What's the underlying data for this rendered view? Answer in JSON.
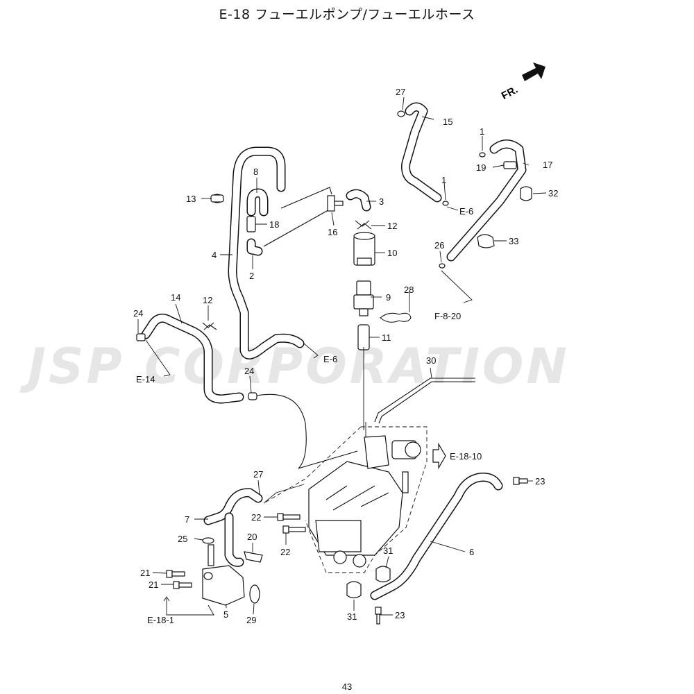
{
  "header": {
    "title": "E-18 フューエルポンプ/フューエルホース"
  },
  "footer": {
    "page_number": "43"
  },
  "watermark": {
    "text": "JSP CORPORATION",
    "color": "#e6e6e6"
  },
  "orientation": {
    "label": "FR."
  },
  "callouts": [
    {
      "id": "c1a",
      "text": "1"
    },
    {
      "id": "c1b",
      "text": "1"
    },
    {
      "id": "c2",
      "text": "2"
    },
    {
      "id": "c3",
      "text": "3"
    },
    {
      "id": "c4",
      "text": "4"
    },
    {
      "id": "c5",
      "text": "5"
    },
    {
      "id": "c6",
      "text": "6"
    },
    {
      "id": "c7",
      "text": "7"
    },
    {
      "id": "c8",
      "text": "8"
    },
    {
      "id": "c9",
      "text": "9"
    },
    {
      "id": "c10",
      "text": "10"
    },
    {
      "id": "c11",
      "text": "11"
    },
    {
      "id": "c12a",
      "text": "12"
    },
    {
      "id": "c12b",
      "text": "12"
    },
    {
      "id": "c13",
      "text": "13"
    },
    {
      "id": "c14",
      "text": "14"
    },
    {
      "id": "c15",
      "text": "15"
    },
    {
      "id": "c16",
      "text": "16"
    },
    {
      "id": "c17",
      "text": "17"
    },
    {
      "id": "c18",
      "text": "18"
    },
    {
      "id": "c19",
      "text": "19"
    },
    {
      "id": "c20",
      "text": "20"
    },
    {
      "id": "c21a",
      "text": "21"
    },
    {
      "id": "c21b",
      "text": "21"
    },
    {
      "id": "c22a",
      "text": "22"
    },
    {
      "id": "c22b",
      "text": "22"
    },
    {
      "id": "c23a",
      "text": "23"
    },
    {
      "id": "c23b",
      "text": "23"
    },
    {
      "id": "c24a",
      "text": "24"
    },
    {
      "id": "c24b",
      "text": "24"
    },
    {
      "id": "c25",
      "text": "25"
    },
    {
      "id": "c26",
      "text": "26"
    },
    {
      "id": "c27a",
      "text": "27"
    },
    {
      "id": "c27b",
      "text": "27"
    },
    {
      "id": "c28",
      "text": "28"
    },
    {
      "id": "c29",
      "text": "29"
    },
    {
      "id": "c30",
      "text": "30"
    },
    {
      "id": "c31a",
      "text": "31"
    },
    {
      "id": "c31b",
      "text": "31"
    },
    {
      "id": "c32",
      "text": "32"
    },
    {
      "id": "c33",
      "text": "33"
    }
  ],
  "references": [
    {
      "id": "r1",
      "text": "E-6"
    },
    {
      "id": "r2",
      "text": "E-6"
    },
    {
      "id": "r3",
      "text": "E-14"
    },
    {
      "id": "r4",
      "text": "F-8-20"
    },
    {
      "id": "r5",
      "text": "E-18-10"
    },
    {
      "id": "r6",
      "text": "E-18-1"
    }
  ]
}
